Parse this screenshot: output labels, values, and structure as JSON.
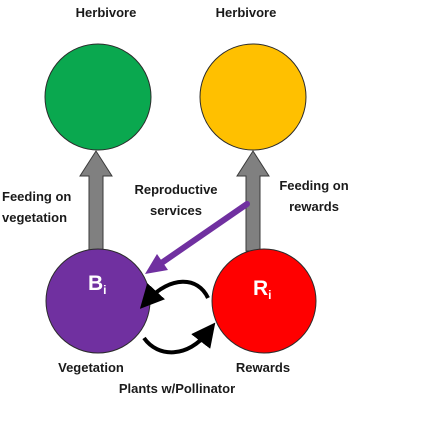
{
  "labels": {
    "herbivore_left": "Herbivore",
    "herbivore_right": "Herbivore",
    "feeding_veg_1": "Feeding on",
    "feeding_veg_2": "vegetation",
    "reproductive_1": "Reproductive",
    "reproductive_2": "services",
    "feeding_rew_1": "Feeding on",
    "feeding_rew_2": "rewards",
    "vegetation": "Vegetation",
    "rewards": "Rewards",
    "plants": "Plants w/Pollinator"
  },
  "nodes": {
    "b_letter": "B",
    "b_sub": "i",
    "r_letter": "R",
    "r_sub": "i"
  },
  "colors": {
    "herbivore_left": "#0aa84f",
    "herbivore_right": "#ffc000",
    "vegetation": "#7030a0",
    "rewards": "#ff0000",
    "feeding_arrow": "#808080",
    "reproductive_arrow": "#7030a0",
    "cycle_arrow": "#000000"
  }
}
